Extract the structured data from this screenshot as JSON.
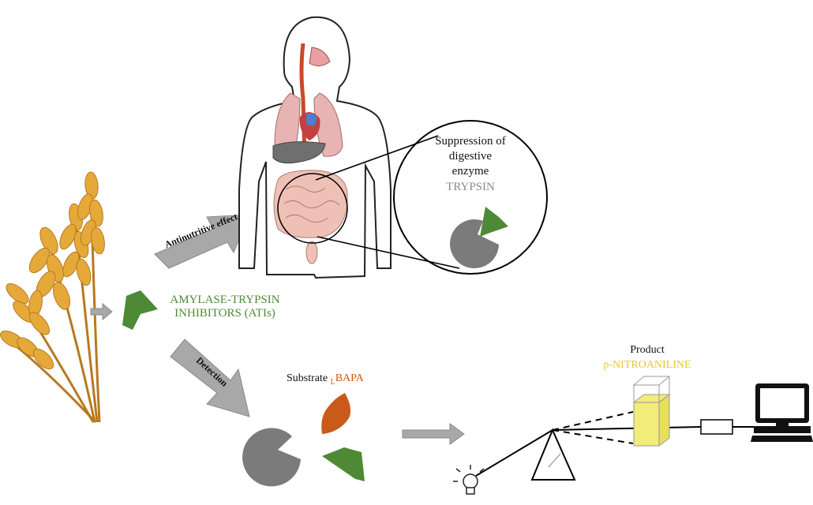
{
  "labels": {
    "inhibitors": "AMYLASE-TRYPSIN INHIBITORS (ATIs)",
    "antinutritive": "Antinutritive effect",
    "detection": "Detection",
    "suppression_line1": "Suppression of",
    "suppression_line2": "digestive",
    "suppression_line3": "enzyme",
    "trypsin": "TRYPSIN",
    "substrate": "Substrate",
    "substrate_sub": "L",
    "bapa": "BAPA",
    "product": "Product",
    "product_name": "p-NITROANILINE"
  },
  "colors": {
    "inhibitor_green": "#4e8a36",
    "enzyme_grey": "#7b7b7b",
    "arrow_grey": "#a8a8a8",
    "substrate_orange": "#c95a1a",
    "product_yellow": "#f3ec7a",
    "wheat_gold": "#e5a93a"
  },
  "icons": [
    "wheat-icon",
    "human-body-icon",
    "magnifier-icon",
    "light-bulb-icon",
    "prism-icon",
    "cuvette-icon",
    "detector-icon",
    "computer-icon"
  ]
}
